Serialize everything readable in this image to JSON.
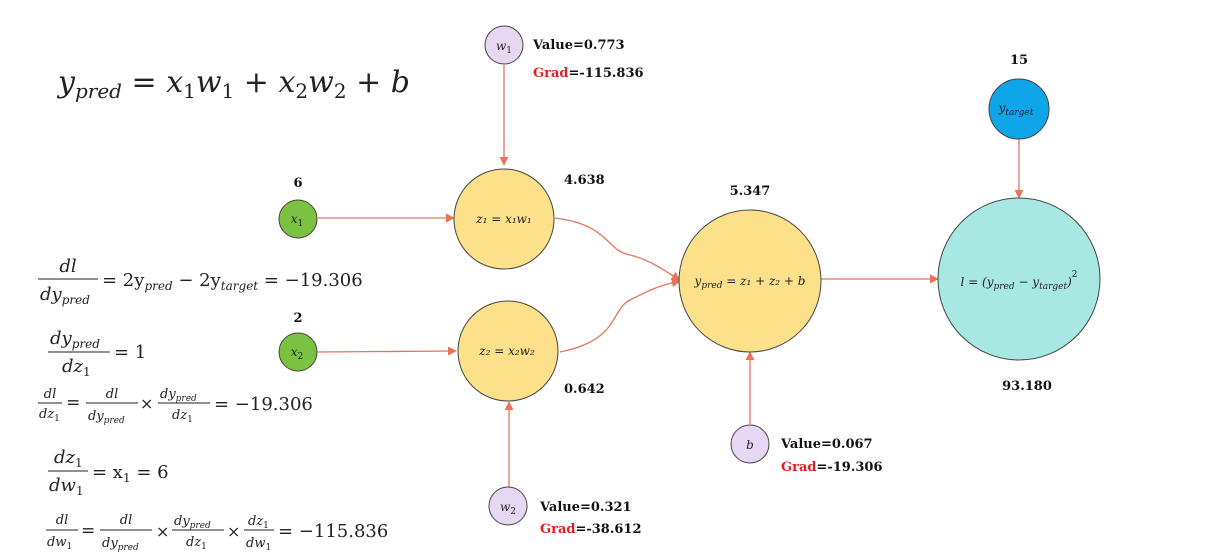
{
  "main_formula": {
    "lhs": "y",
    "lhs_sub": "pred",
    "rhs_x1": "x",
    "rhs_x1_sub": "1",
    "rhs_w1": "w",
    "rhs_w1_sub": "1",
    "rhs_x2": "x",
    "rhs_x2_sub": "2",
    "rhs_w2": "w",
    "rhs_w2_sub": "2",
    "rhs_b": "b"
  },
  "nodes": {
    "w1": {
      "name": "w",
      "sub": "1",
      "value_label": "Value=0.773",
      "grad_prefix": "Grad",
      "grad_value": "=-115.836",
      "color": "#e6d8f3"
    },
    "w2": {
      "name": "w",
      "sub": "2",
      "value_label": "Value=0.321",
      "grad_prefix": "Grad",
      "grad_value": "=-38.612",
      "color": "#e6d8f3"
    },
    "b": {
      "name": "b",
      "value_label": "Value=0.067",
      "grad_prefix": "Grad",
      "grad_value": "=-19.306",
      "color": "#e6d8f3"
    },
    "x1": {
      "name": "x",
      "sub": "1",
      "value": "6",
      "color": "#7cc242"
    },
    "x2": {
      "name": "x",
      "sub": "2",
      "value": "2",
      "color": "#7cc242"
    },
    "z1": {
      "text": "z₁ = x₁w₁",
      "value": "4.638",
      "color": "#fde08a"
    },
    "z2": {
      "text": "z₂ = x₂w₂",
      "value": "0.642",
      "color": "#fde08a"
    },
    "ypred": {
      "text_main": "y",
      "text_sub": "pred",
      "text_rest": " = z₁ + z₂ + b",
      "value": "5.347",
      "color": "#fde08a"
    },
    "ytarget": {
      "name": "y",
      "sub": "target",
      "value": "15",
      "color": "#0ea5e9"
    },
    "loss": {
      "text_l": "l = (y",
      "text_sub1": "pred",
      "text_mid": " − y",
      "text_sub2": "target",
      "text_end": ")",
      "text_exp": "2",
      "value": "93.180",
      "color": "#a8e8e2"
    }
  },
  "equations": {
    "eq1": {
      "num": "dl",
      "den_d": "dy",
      "den_sub": "pred",
      "rhs": "= 2y",
      "rhs_sub1": "pred",
      "rhs_mid": " − 2y",
      "rhs_sub2": "target",
      "rhs_end": " = −19.306"
    },
    "eq2": {
      "num_d": "dy",
      "num_sub": "pred",
      "den_d": "dz",
      "den_sub": "1",
      "rhs": "= 1"
    },
    "eq3": {
      "lhs_num": "dl",
      "lhs_den": "dz",
      "lhs_den_sub": "1",
      "f2_num": "dl",
      "f2_den": "dy",
      "f2_den_sub": "pred",
      "times": "×",
      "f3_num": "dy",
      "f3_num_sub": "pred",
      "f3_den": "dz",
      "f3_den_sub": "1",
      "rhs": "= −19.306"
    },
    "eq4": {
      "num_d": "dz",
      "num_sub": "1",
      "den_d": "dw",
      "den_sub": "1",
      "rhs": "= x",
      "rhs_sub": "1",
      "rhs_end": " = 6"
    },
    "eq5": {
      "lhs_num": "dl",
      "lhs_den": "dw",
      "lhs_den_sub": "1",
      "f2_num": "dl",
      "f2_den": "dy",
      "f2_den_sub": "pred",
      "times": "×",
      "f3_num": "dy",
      "f3_num_sub": "pred",
      "f3_den": "dz",
      "f3_den_sub": "1",
      "times2": "×",
      "f4_num": "dz",
      "f4_num_sub": "1",
      "f4_den": "dw",
      "f4_den_sub": "1",
      "rhs": "= −115.836"
    }
  },
  "colors": {
    "edge": "#e8735a",
    "node_stroke": "#444444",
    "grad_red": "#e02020"
  }
}
